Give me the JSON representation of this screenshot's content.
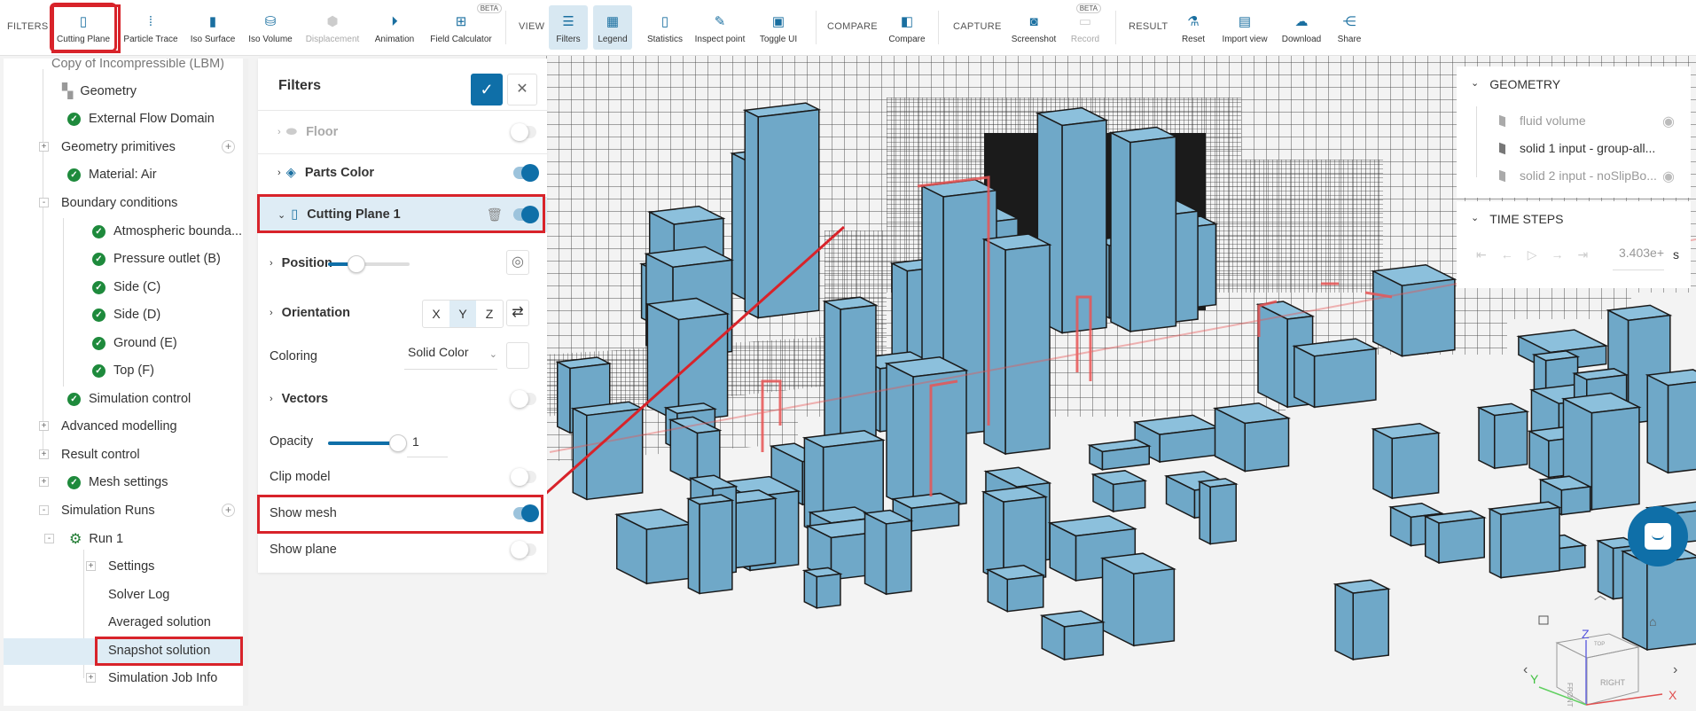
{
  "toolbar": {
    "groups": {
      "filters": "FILTERS",
      "view": "VIEW",
      "compare": "COMPARE",
      "capture": "CAPTURE",
      "result": "RESULT"
    },
    "beta": "BETA",
    "items": {
      "cutting_plane": "Cutting Plane",
      "particle_trace": "Particle Trace",
      "iso_surface": "Iso Surface",
      "iso_volume": "Iso Volume",
      "displacement": "Displacement",
      "animation": "Animation",
      "field_calculator": "Field Calculator",
      "filters": "Filters",
      "legend": "Legend",
      "statistics": "Statistics",
      "inspect_point": "Inspect point",
      "toggle_ui": "Toggle UI",
      "compare": "Compare",
      "screenshot": "Screenshot",
      "record": "Record",
      "reset": "Reset",
      "import_view": "Import view",
      "download": "Download",
      "share": "Share"
    }
  },
  "tree": {
    "root": "Copy of Incompressible (LBM)",
    "items": [
      "Geometry",
      "External Flow Domain",
      "Geometry primitives",
      "Material: Air",
      "Boundary conditions",
      "Atmospheric bounda...",
      "Pressure outlet (B)",
      "Side (C)",
      "Side (D)",
      "Ground (E)",
      "Top (F)",
      "Simulation control",
      "Advanced modelling",
      "Result control",
      "Mesh settings",
      "Simulation Runs",
      "Run 1",
      "Settings",
      "Solver Log",
      "Averaged solution",
      "Snapshot solution",
      "Simulation Job Info"
    ],
    "selected": "Snapshot solution"
  },
  "filters": {
    "title": "Filters",
    "floor": {
      "label": "Floor",
      "enabled": false
    },
    "parts_color": {
      "label": "Parts Color",
      "enabled": true
    },
    "cutting_plane": {
      "label": "Cutting Plane 1",
      "enabled": true
    },
    "position": {
      "label": "Position",
      "value_pct": 35
    },
    "orientation": {
      "label": "Orientation",
      "options": [
        "X",
        "Y",
        "Z"
      ],
      "selected": "Y"
    },
    "coloring": {
      "label": "Coloring",
      "value": "Solid Color"
    },
    "vectors": {
      "label": "Vectors",
      "enabled": false
    },
    "opacity": {
      "label": "Opacity",
      "value": "1"
    },
    "clip_model": {
      "label": "Clip model",
      "enabled": false
    },
    "show_mesh": {
      "label": "Show mesh",
      "enabled": true
    },
    "show_plane": {
      "label": "Show plane",
      "enabled": false
    }
  },
  "geometry_panel": {
    "title": "GEOMETRY",
    "items": [
      {
        "label": "fluid volume",
        "visible": false
      },
      {
        "label": "solid 1 input - group-all...",
        "visible": true
      },
      {
        "label": "solid 2 input - noSlipBo...",
        "visible": false
      }
    ]
  },
  "time_steps": {
    "title": "TIME STEPS",
    "value": "3.403e+",
    "unit": "s"
  },
  "view_cube": {
    "front": "FRONT",
    "right": "RIGHT",
    "top": "TOP",
    "x": "X",
    "y": "Y",
    "z": "Z"
  },
  "colors": {
    "accent": "#0f6fa8",
    "highlight": "#d8232a",
    "building": "#6fa8c8",
    "mesh_line": "#222222",
    "cut_line": "#e85555"
  }
}
